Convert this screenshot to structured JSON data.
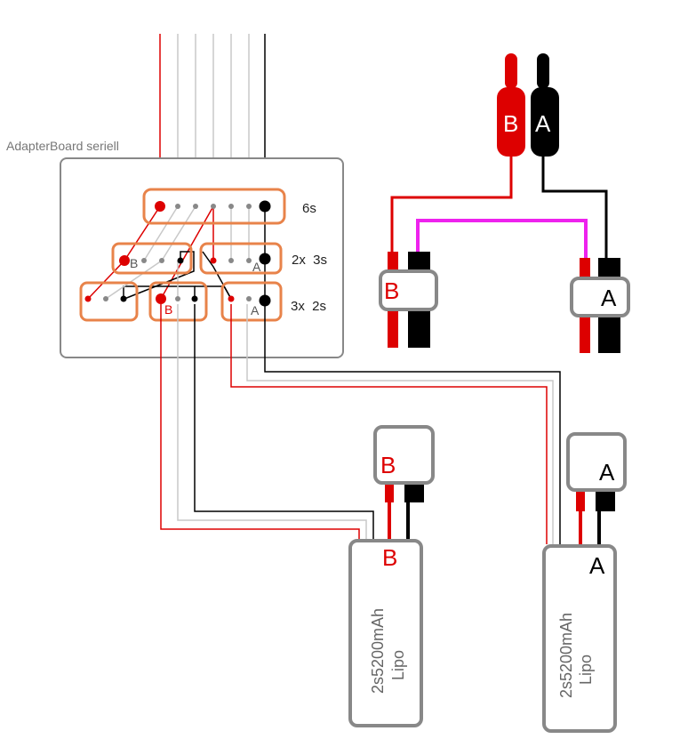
{
  "board": {
    "title": "AdapterBoard seriell",
    "configs": [
      "6s",
      "2x  3s",
      "3x  2s"
    ]
  },
  "labels": {
    "b": "B",
    "a": "A"
  },
  "batteries": [
    {
      "line1": "2s5200mAh",
      "line2": "Lipo",
      "letter": "B"
    },
    {
      "line1": "2s5200mAh",
      "line2": "Lipo",
      "letter": "A"
    }
  ],
  "colors": {
    "red": "#dd0000",
    "black": "#000000",
    "gray": "#c8c8c8",
    "orange": "#e8834a",
    "magenta": "#ee22ee",
    "outline": "#888888"
  }
}
